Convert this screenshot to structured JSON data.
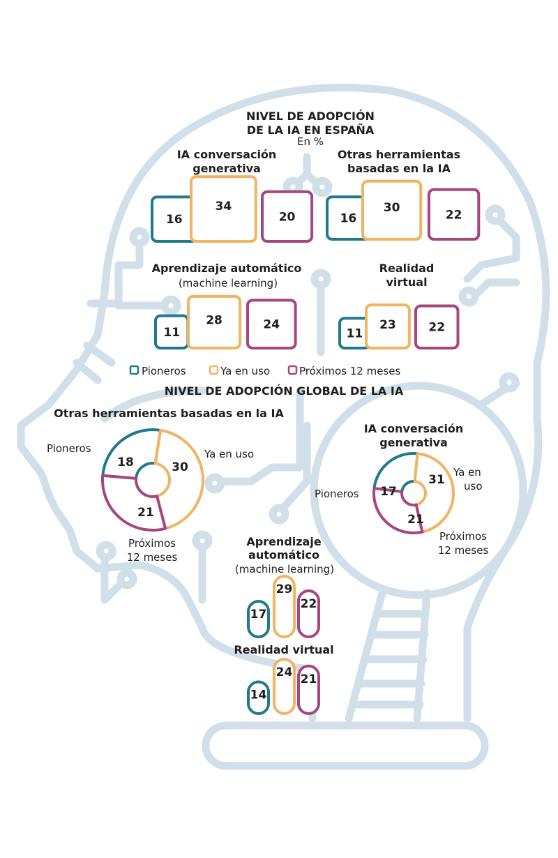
{
  "colors": {
    "pioneros": "#1f7a8c",
    "ya_en_uso": "#f1b462",
    "proximos": "#a8457e",
    "circuit": "#d0dfe8",
    "text": "#1e1e1e"
  },
  "spain": {
    "title_line1": "NIVEL DE ADOPCIÓN",
    "title_line2": "DE LA IA EN ESPAÑA",
    "unit": "En %"
  },
  "global": {
    "title": "NIVEL DE ADOPCIÓN GLOBAL DE LA IA"
  },
  "legend": {
    "pioneros": "Pioneros",
    "ya_en_uso": "Ya en uso",
    "proximos": "Próximos 12 meses"
  },
  "donut_labels": {
    "pioneros": "Pioneros",
    "ya_line1": "Ya en uso",
    "ya_short1": "Ya en",
    "ya_short2": "uso",
    "prox_line1": "Próximos",
    "prox_line2": "12 meses"
  },
  "chart_data": [
    {
      "type": "bar",
      "group": "spain",
      "title_lines": [
        "IA conversación",
        "generativa"
      ],
      "series": [
        {
          "name": "Pioneros",
          "value": 16
        },
        {
          "name": "Ya en uso",
          "value": 34
        },
        {
          "name": "Próximos 12 meses",
          "value": 20
        }
      ]
    },
    {
      "type": "bar",
      "group": "spain",
      "title_lines": [
        "Otras herramientas",
        "basadas en la IA"
      ],
      "series": [
        {
          "name": "Pioneros",
          "value": 16
        },
        {
          "name": "Ya en uso",
          "value": 30
        },
        {
          "name": "Próximos 12 meses",
          "value": 22
        }
      ]
    },
    {
      "type": "bar",
      "group": "spain",
      "title_lines": [
        "Aprendizaje automático",
        "(machine learning)"
      ],
      "series": [
        {
          "name": "Pioneros",
          "value": 11
        },
        {
          "name": "Ya en uso",
          "value": 28
        },
        {
          "name": "Próximos 12 meses",
          "value": 24
        }
      ]
    },
    {
      "type": "bar",
      "group": "spain",
      "title_lines": [
        "Realidad",
        "virtual"
      ],
      "series": [
        {
          "name": "Pioneros",
          "value": 11
        },
        {
          "name": "Ya en uso",
          "value": 23
        },
        {
          "name": "Próximos 12 meses",
          "value": 22
        }
      ]
    },
    {
      "type": "pie",
      "group": "global",
      "title": "Otras herramientas basadas en la IA",
      "series": [
        {
          "name": "Pioneros",
          "value": 18
        },
        {
          "name": "Ya en uso",
          "value": 30
        },
        {
          "name": "Próximos 12 meses",
          "value": 21
        }
      ]
    },
    {
      "type": "pie",
      "group": "global",
      "title_lines": [
        "IA conversación",
        "generativa"
      ],
      "series": [
        {
          "name": "Pioneros",
          "value": 17
        },
        {
          "name": "Ya en uso",
          "value": 31
        },
        {
          "name": "Próximos 12 meses",
          "value": 21
        }
      ]
    },
    {
      "type": "bar",
      "group": "global",
      "title_lines": [
        "Aprendizaje",
        "automático",
        "(machine learning)"
      ],
      "series": [
        {
          "name": "Pioneros",
          "value": 17
        },
        {
          "name": "Ya en uso",
          "value": 29
        },
        {
          "name": "Próximos 12 meses",
          "value": 22
        }
      ]
    },
    {
      "type": "bar",
      "group": "global",
      "title": "Realidad virtual",
      "series": [
        {
          "name": "Pioneros",
          "value": 14
        },
        {
          "name": "Ya en uso",
          "value": 24
        },
        {
          "name": "Próximos 12 meses",
          "value": 21
        }
      ]
    }
  ]
}
